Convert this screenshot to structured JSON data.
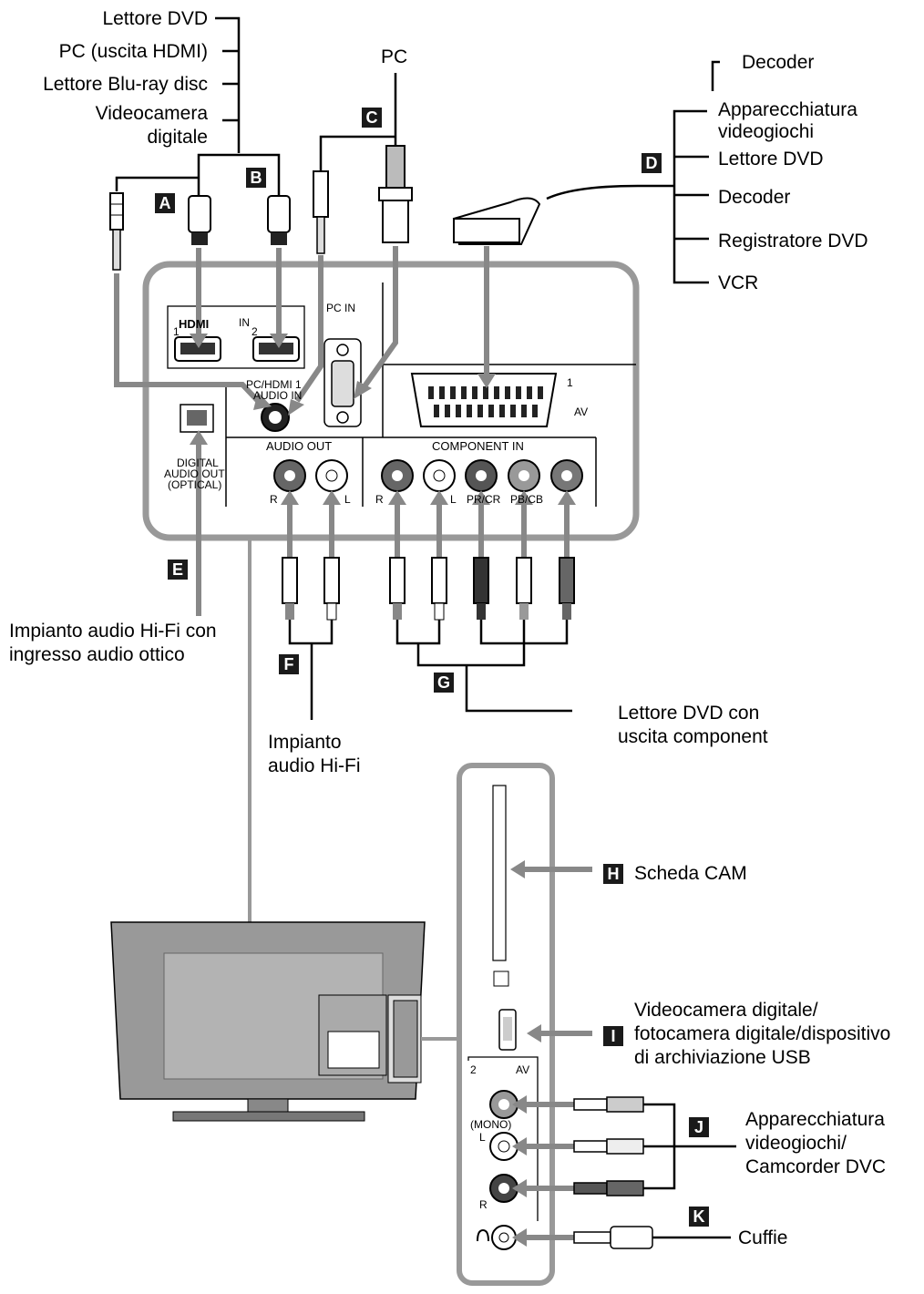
{
  "badges": {
    "a": "A",
    "b": "B",
    "c": "C",
    "d": "D",
    "e": "E",
    "f": "F",
    "g": "G",
    "h": "H",
    "i": "I",
    "j": "J",
    "k": "K"
  },
  "labels": {
    "lettore_dvd_1": "Lettore DVD",
    "pc_hdmi": "PC (uscita HDMI)",
    "bluray": "Lettore Blu-ray disc",
    "videocamera_1": "Videocamera",
    "videocamera_2": "digitale",
    "pc": "PC",
    "decoder_top": "Decoder",
    "apparecchiatura_1": "Apparecchiatura",
    "apparecchiatura_2": "videogiochi",
    "lettore_dvd_2": "Lettore DVD",
    "decoder_2": "Decoder",
    "registratore": "Registratore DVD",
    "vcr": "VCR",
    "hifi_ottico_1": "Impianto audio Hi-Fi con",
    "hifi_ottico_2": "ingresso audio ottico",
    "hifi_1": "Impianto",
    "hifi_2": "audio Hi-Fi",
    "dvd_component_1": "Lettore DVD con",
    "dvd_component_2": "uscita component",
    "scheda_cam": "Scheda CAM",
    "usb_1": "Videocamera digitale/",
    "usb_2": "fotocamera digitale/dispositivo",
    "usb_3": "di archiviazione USB",
    "giochi_1": "Apparecchiatura",
    "giochi_2": "videogiochi/",
    "giochi_3": "Camcorder DVC",
    "cuffie": "Cuffie"
  },
  "panel": {
    "hdmi_logo": "HDMI",
    "hdmi_in": "IN",
    "hdmi_1": "1",
    "hdmi_2": "2",
    "pc_in": "PC IN",
    "pc_hdmi_audio_1": "PC/HDMI 1",
    "pc_hdmi_audio_2": "AUDIO IN",
    "digital_1": "DIGITAL",
    "digital_2": "AUDIO OUT",
    "digital_3": "(OPTICAL)",
    "audio_out": "AUDIO OUT",
    "component_in": "COMPONENT IN",
    "scart_num": "1",
    "scart_av": "AV",
    "rl_left": "R",
    "rl_right": "L",
    "pr": "PR/CR",
    "pb": "PB/CB"
  },
  "side_panel": {
    "av2": "2",
    "av_label": "AV",
    "mono": "(MONO)",
    "l": "L",
    "r": "R"
  },
  "colors": {
    "cable": "#888888",
    "frame": "#999999",
    "dark": "#1a1a1a"
  }
}
